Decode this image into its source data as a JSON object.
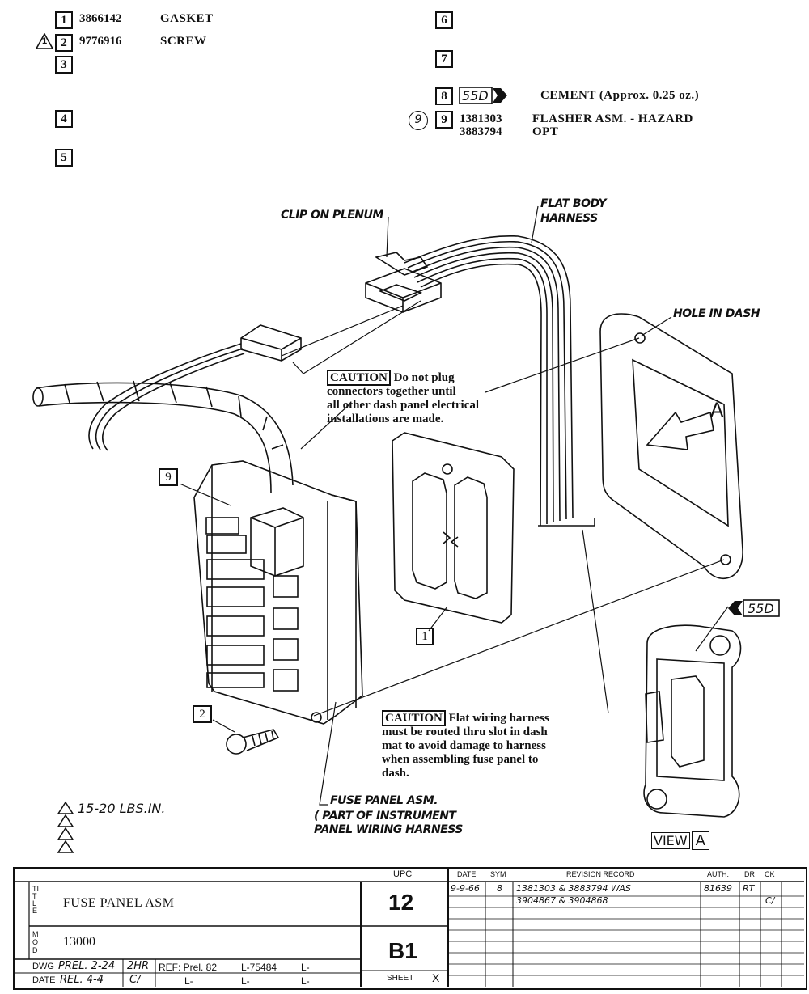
{
  "parts": [
    {
      "num": "1",
      "part": "3866142",
      "desc": "GASKET"
    },
    {
      "num": "2",
      "part": "9776916",
      "desc": "SCREW"
    },
    {
      "num": "3",
      "part": "",
      "desc": ""
    },
    {
      "num": "4",
      "part": "",
      "desc": ""
    },
    {
      "num": "5",
      "part": "",
      "desc": ""
    },
    {
      "num": "6",
      "part": "",
      "desc": ""
    },
    {
      "num": "7",
      "part": "",
      "desc": ""
    },
    {
      "num": "8",
      "part": "",
      "desc": "CEMENT (Approx. 0.25 oz.)",
      "code": "55D"
    },
    {
      "num": "9",
      "part": "1381303",
      "part2": "3883794",
      "desc": "FLASHER ASM. - HAZARD",
      "desc2": "OPT",
      "circle": "9"
    }
  ],
  "triangle_mark": "1",
  "labels": {
    "clip": "CLIP ON PLENUM",
    "harness1": "FLAT BODY",
    "harness2": "HARNESS",
    "hole": "HOLE IN DASH",
    "fuse1": "FUSE PANEL ASM.",
    "fuse2": "( PART OF INSTRUMENT",
    "fuse3": "PANEL WIRING HARNESS",
    "letter_a": "A",
    "code_55d": "55D",
    "view": "VIEW",
    "view_letter": "A",
    "torque": "15-20 LBS.IN.",
    "callout_9": "9",
    "callout_1": "1",
    "callout_2": "2"
  },
  "caution1": {
    "tag": "CAUTION",
    "l1": "Do not plug",
    "l2": "connectors together until",
    "l3": "all other dash panel electrical",
    "l4": "installations are made."
  },
  "caution2": {
    "tag": "CAUTION",
    "l1": "Flat wiring harness",
    "l2": "must be routed thru slot in dash",
    "l3": "mat to avoid damage to harness",
    "l4": "when assembling fuse panel to",
    "l5": "dash."
  },
  "title_block": {
    "title_label": "TITLE",
    "title": "FUSE PANEL ASM",
    "mod_label": "MOD",
    "mod": "13000",
    "upc_label": "UPC",
    "upc": "12",
    "group": "B1",
    "dwg_label": "DWG",
    "dwg": "PREL. 2-24",
    "dwg_init": "2HR",
    "date_label": "DATE",
    "date": "REL. 4-4",
    "date_init": "C/",
    "ref": "REF: Prel. 82",
    "ref2": "L-75484",
    "l1": "L-",
    "l2": "L-",
    "l3": "L-",
    "l4": "L-",
    "sheet": "SHEET",
    "sheet_x": "X",
    "rev_headers": [
      "DATE",
      "SYM",
      "REVISION RECORD",
      "AUTH.",
      "DR",
      "CK"
    ],
    "rev_date": "9-9-66",
    "rev_sym": "8",
    "rev_text1": "1381303 & 3883794 WAS",
    "rev_text2": "3904867 & 3904868",
    "rev_auth": "81639",
    "rev_dr": "RT",
    "rev_ck": "C/"
  }
}
